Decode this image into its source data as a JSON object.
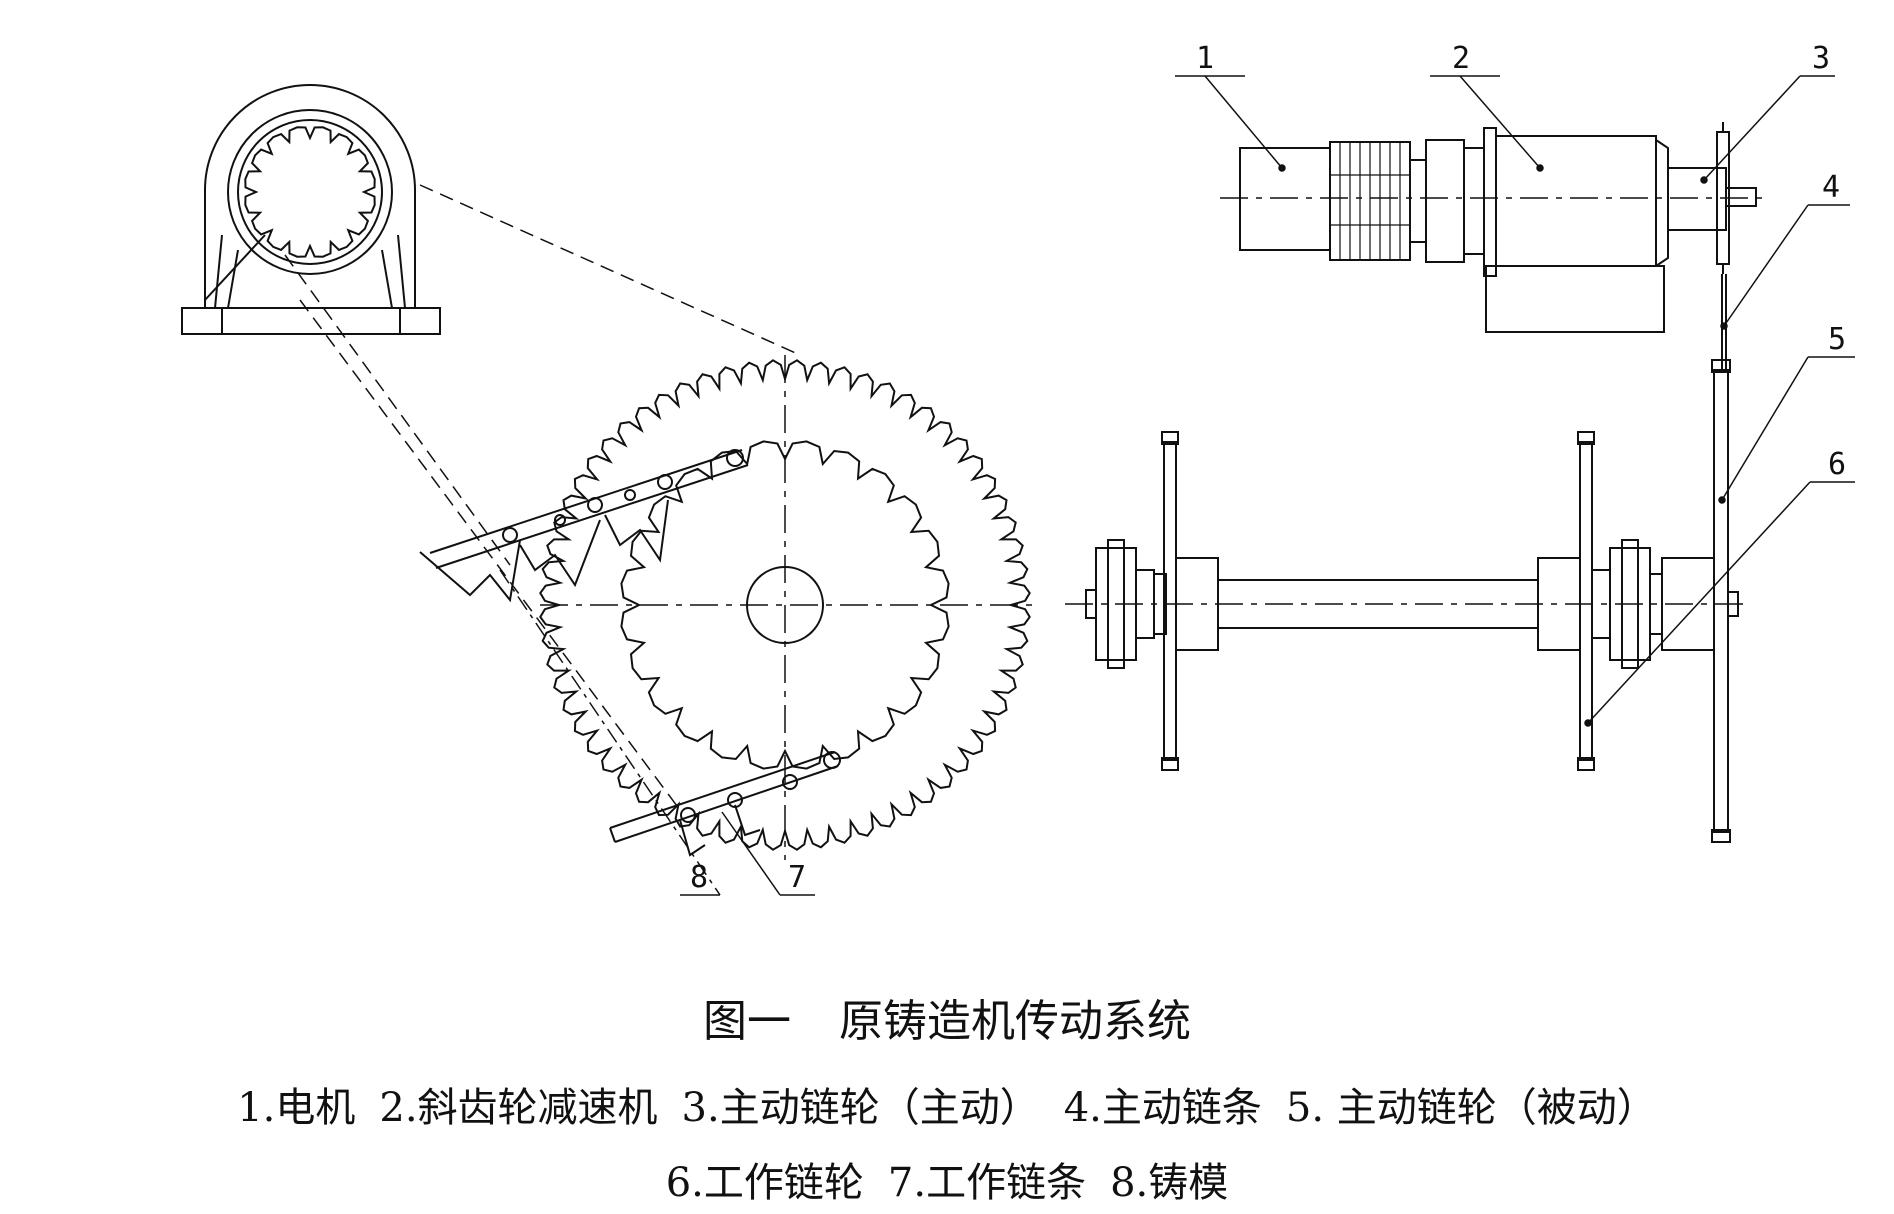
{
  "figure": {
    "title_prefix": "图一",
    "title": "原铸造机传动系统"
  },
  "callouts": {
    "n1": "1",
    "n2": "2",
    "n3": "3",
    "n4": "4",
    "n5": "5",
    "n6": "6",
    "n7": "7",
    "n8": "8"
  },
  "legend": {
    "item1": "1.电机",
    "item2": "2.斜齿轮减速机",
    "item3": "3.主动链轮（主动）",
    "item4": "4.主动链条",
    "item5": "5. 主动链轮（被动）",
    "item6": "6.工作链轮",
    "item7": "7.工作链条",
    "item8": "8.铸模"
  },
  "colors": {
    "ink": "#111111",
    "paper": "#ffffff"
  }
}
